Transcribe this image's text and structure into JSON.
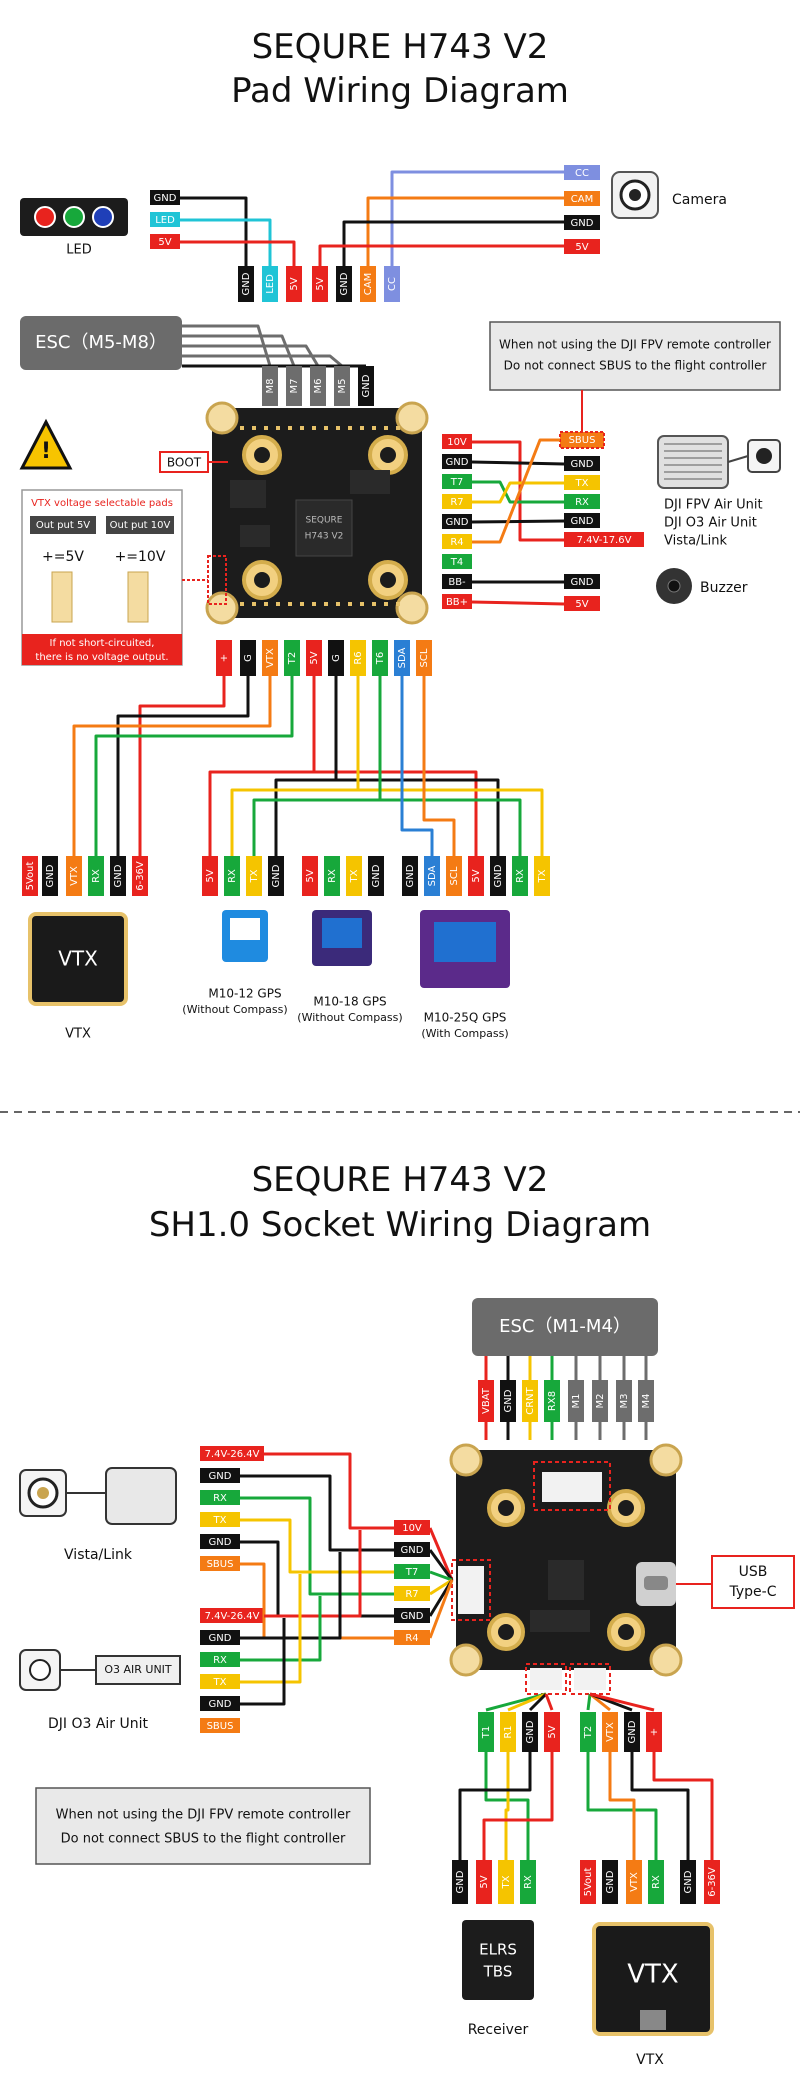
{
  "pad": {
    "title1": "SEQURE H743 V2",
    "title2": "Pad Wiring Diagram",
    "led": {
      "label": "LED",
      "pins": [
        "GND",
        "LED",
        "5V"
      ]
    },
    "camera": {
      "label": "Camera",
      "pins": [
        "CC",
        "CAM",
        "GND",
        "5V"
      ]
    },
    "top_pads": [
      "GND",
      "LED",
      "5V",
      "5V",
      "GND",
      "CAM",
      "CC"
    ],
    "esc": {
      "label": "ESC（M5-M8）",
      "pins": [
        "M8",
        "M7",
        "M6",
        "M5",
        "GND"
      ]
    },
    "note": [
      "When not using the DJI FPV remote controller",
      "Do not connect SBUS to the flight controller"
    ],
    "boot": "BOOT",
    "right_pads": [
      "10V",
      "GND",
      "T7",
      "R7",
      "GND",
      "R4",
      "T4",
      "BB-",
      "BB+"
    ],
    "dji_pins": [
      "SBUS",
      "GND",
      "TX",
      "RX",
      "GND",
      "7.4V-17.6V"
    ],
    "dji_label": [
      "DJI FPV Air Unit",
      "DJI O3 Air Unit",
      "Vista/Link"
    ],
    "buzzer": {
      "label": "Buzzer",
      "pins": [
        "GND",
        "5V"
      ]
    },
    "vtx_warn": {
      "header": "VTX voltage selectable pads",
      "btn5": "Out put 5V",
      "btn10": "Out put 10V",
      "v5": "=5V",
      "v10": "=10V",
      "footer": [
        "If not short-circuited,",
        "there is no voltage output."
      ]
    },
    "bottom_pads": [
      "+",
      "G",
      "VTX",
      "T2",
      "5V",
      "G",
      "R6",
      "T6",
      "SDA",
      "SCL"
    ],
    "vtx_pins": [
      "5Vout",
      "GND",
      "VTX",
      "RX",
      "GND",
      "6-36V"
    ],
    "vtx_label": "VTX",
    "vtx_module": "VTX",
    "gps1_pins": [
      "5V",
      "RX",
      "TX",
      "GND"
    ],
    "gps2_pins": [
      "5V",
      "RX",
      "TX",
      "GND"
    ],
    "gps3_pins": [
      "GND",
      "SDA",
      "SCL",
      "5V",
      "GND",
      "RX",
      "TX"
    ],
    "gps1_label": [
      "M10-12 GPS",
      "(Without Compass)"
    ],
    "gps2_label": [
      "M10-18 GPS",
      "(Without Compass)"
    ],
    "gps3_label": [
      "M10-25Q GPS",
      "(With Compass)"
    ],
    "chip_text": [
      "SEQURE",
      "H743 V2"
    ]
  },
  "socket": {
    "title1": "SEQURE H743 V2",
    "title2": "SH1.0 Socket Wiring Diagram",
    "esc": {
      "label": "ESC（M1-M4）",
      "pins": [
        "VBAT",
        "GND",
        "CRNT",
        "RX8",
        "M1",
        "M2",
        "M3",
        "M4"
      ]
    },
    "vista_label": "Vista/Link",
    "vista_pins": [
      "7.4V-26.4V",
      "GND",
      "RX",
      "TX",
      "GND",
      "SBUS"
    ],
    "o3_label": "DJI O3 Air Unit",
    "o3_tag": "O3 AIR UNIT",
    "o3_pins": [
      "7.4V-26.4V",
      "GND",
      "RX",
      "TX",
      "GND",
      "SBUS"
    ],
    "fc_pins": [
      "10V",
      "GND",
      "T7",
      "R7",
      "GND",
      "R4"
    ],
    "usb": [
      "USB",
      "Type-C"
    ],
    "note": [
      "When not using the DJI FPV remote controller",
      "Do not connect SBUS to the flight controller"
    ],
    "rx_top": [
      "T1",
      "R1",
      "GND",
      "5V"
    ],
    "vtx_top": [
      "T2",
      "VTX",
      "GND",
      "+"
    ],
    "rx_bottom": [
      "GND",
      "5V",
      "TX",
      "RX"
    ],
    "vtx_bottom": [
      "5Vout",
      "GND",
      "VTX",
      "RX",
      "GND",
      "6-36V"
    ],
    "receiver_box": [
      "ELRS",
      "TBS"
    ],
    "receiver_label": "Receiver",
    "vtx_module": "VTX",
    "vtx_label": "VTX"
  },
  "colors": {
    "red": "#e8231e",
    "black": "#111111",
    "green": "#17a83b",
    "yellow": "#f5c400",
    "orange": "#f47b14",
    "blue": "#2a7fd4",
    "cyan": "#20c4d6",
    "lilac": "#7e8fe0",
    "gray": "#6d6d6d",
    "board": "#1c1c1c",
    "gold": "#e7c26a"
  }
}
